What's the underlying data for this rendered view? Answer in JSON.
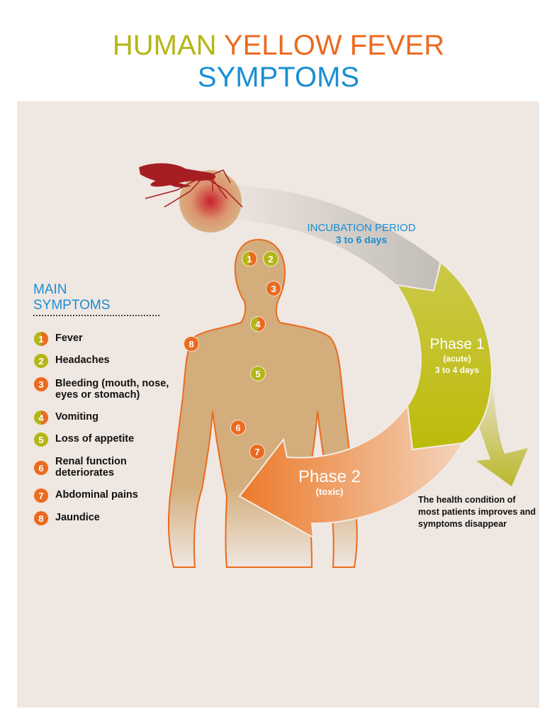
{
  "title": {
    "word1": "HUMAN",
    "word2": "YELLOW FEVER",
    "line2": "SYMPTOMS"
  },
  "colors": {
    "blue": "#1a8ed3",
    "green": "#b5b518",
    "orange": "#ea6b1f",
    "panel": "#efe7e1",
    "skin": "#d3ad7b",
    "mosquito": "#a61e22"
  },
  "legend": {
    "title_line1": "MAIN",
    "title_line2": "SYMPTOMS",
    "items": [
      {
        "num": "1",
        "label": "Fever"
      },
      {
        "num": "2",
        "label": "Headaches"
      },
      {
        "num": "3",
        "label": "Bleeding (mouth, nose, eyes or stomach)"
      },
      {
        "num": "4",
        "label": "Vomiting"
      },
      {
        "num": "5",
        "label": "Loss of appetite"
      },
      {
        "num": "6",
        "label": "Renal function deteriorates"
      },
      {
        "num": "7",
        "label": "Abdominal pains"
      },
      {
        "num": "8",
        "label": "Jaundice"
      }
    ]
  },
  "incubation": {
    "label": "INCUBATION PERIOD",
    "duration": "3 to 6 days"
  },
  "phase1": {
    "label": "Phase 1",
    "type": "(acute)",
    "duration": "3 to 4 days"
  },
  "phase2": {
    "label": "Phase 2",
    "type": "(toxic)"
  },
  "recovery": {
    "text": "The health condition of most patients improves and symptoms disappear"
  }
}
